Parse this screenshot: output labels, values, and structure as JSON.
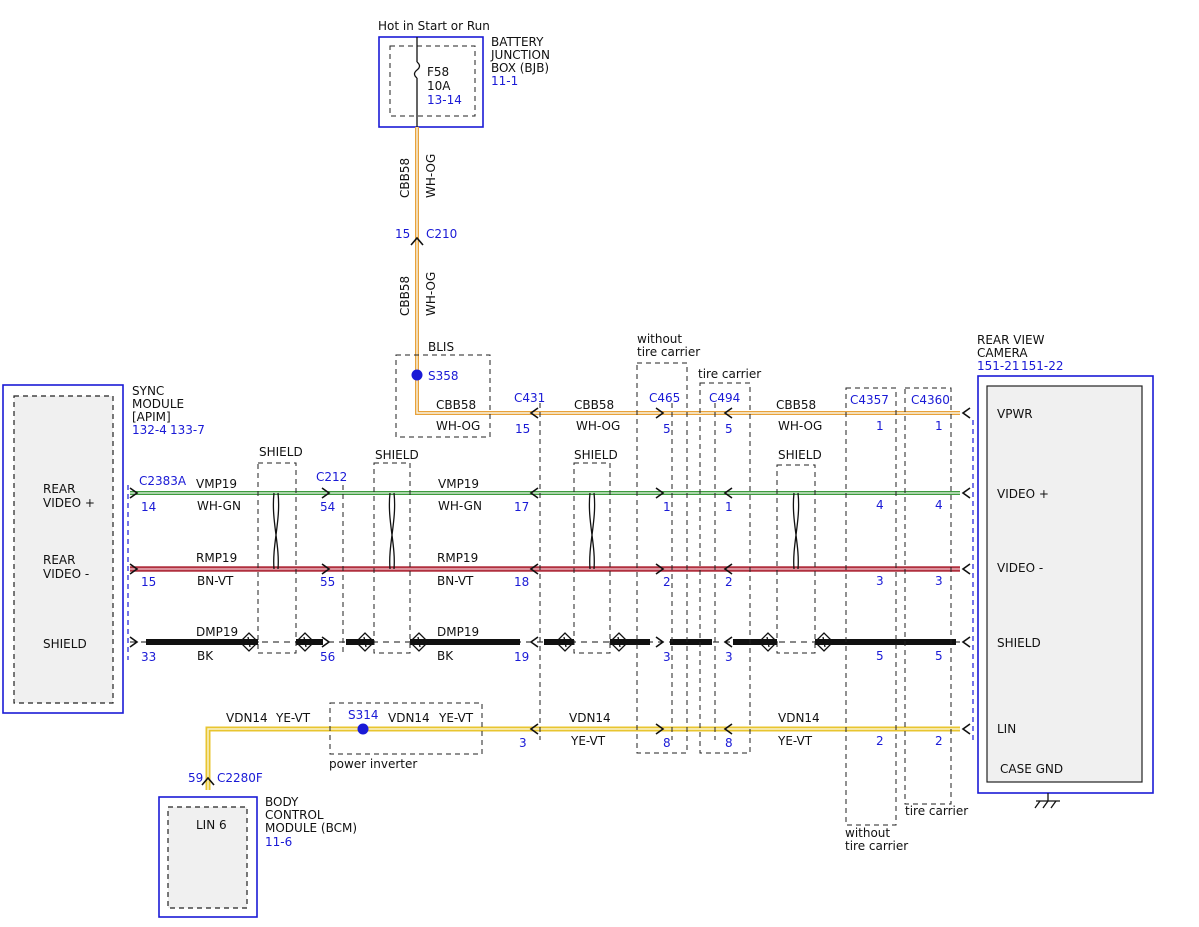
{
  "diagram": {
    "battery_junction_box": {
      "header": "Hot in Start or Run",
      "name_line1": "BATTERY",
      "name_line2": "JUNCTION",
      "name_line3": "BOX (BJB)",
      "ref": "11-1",
      "fuse_id": "F58",
      "fuse_rating": "10A",
      "fuse_ref": "13-14"
    },
    "sync_module": {
      "name_line1": "SYNC",
      "name_line2": "MODULE",
      "name_line3": "[APIM]",
      "ref1": "132-4",
      "ref2": "133-7",
      "pin_labels": [
        "REAR",
        "VIDEO +",
        "REAR",
        "VIDEO -",
        "SHIELD"
      ]
    },
    "rear_view_camera": {
      "name_line1": "REAR VIEW",
      "name_line2": "CAMERA",
      "ref1": "151-21",
      "ref2": "151-22",
      "pins": [
        "VPWR",
        "VIDEO +",
        "VIDEO -",
        "SHIELD",
        "LIN"
      ],
      "case": "CASE GND"
    },
    "bcm": {
      "name_line1": "BODY",
      "name_line2": "CONTROL",
      "name_line3": "MODULE (BCM)",
      "ref": "11-6",
      "pin": "LIN 6"
    },
    "blis": "BLIS",
    "power_inverter": "power inverter",
    "shield": "SHIELD",
    "without_tire_carrier_1": "without",
    "without_tire_carrier_2": "tire carrier",
    "tire_carrier": "tire carrier",
    "splices": {
      "s358": "S358",
      "s314": "S314"
    },
    "connectors": {
      "c210": "C210",
      "c210_pin": "15",
      "c2383a": "C2383A",
      "c212": "C212",
      "c431": "C431",
      "c465": "C465",
      "c494": "C494",
      "c4357": "C4357",
      "c4360": "C4360",
      "c2280f": "C2280F",
      "c2280f_pin": "59"
    },
    "circuits": {
      "cbb58": "CBB58",
      "wh_og": "WH-OG",
      "vmp19": "VMP19",
      "wh_gn": "WH-GN",
      "rmp19": "RMP19",
      "bn_vt": "BN-VT",
      "dmp19": "DMP19",
      "bk": "BK",
      "vdn14": "VDN14",
      "ye_vt": "YE-VT"
    },
    "pins": {
      "c2383a": [
        "14",
        "15",
        "33"
      ],
      "c212": [
        "54",
        "55",
        "56"
      ],
      "c431": [
        "15",
        "17",
        "18",
        "19",
        "3"
      ],
      "c465": [
        "5",
        "1",
        "2",
        "3",
        "8"
      ],
      "c494": [
        "5",
        "1",
        "2",
        "3",
        "8"
      ],
      "c4357": [
        "1",
        "4",
        "3",
        "5",
        "2"
      ],
      "c4360": [
        "1",
        "4",
        "3",
        "5",
        "2"
      ]
    },
    "colors": {
      "accent_blue": "#1a1ad6",
      "wire_orange": "#e8a23a",
      "wire_green": "#3e9b3e",
      "wire_red": "#b0303f",
      "wire_yellow": "#e8c530",
      "wire_black": "#111111"
    }
  }
}
